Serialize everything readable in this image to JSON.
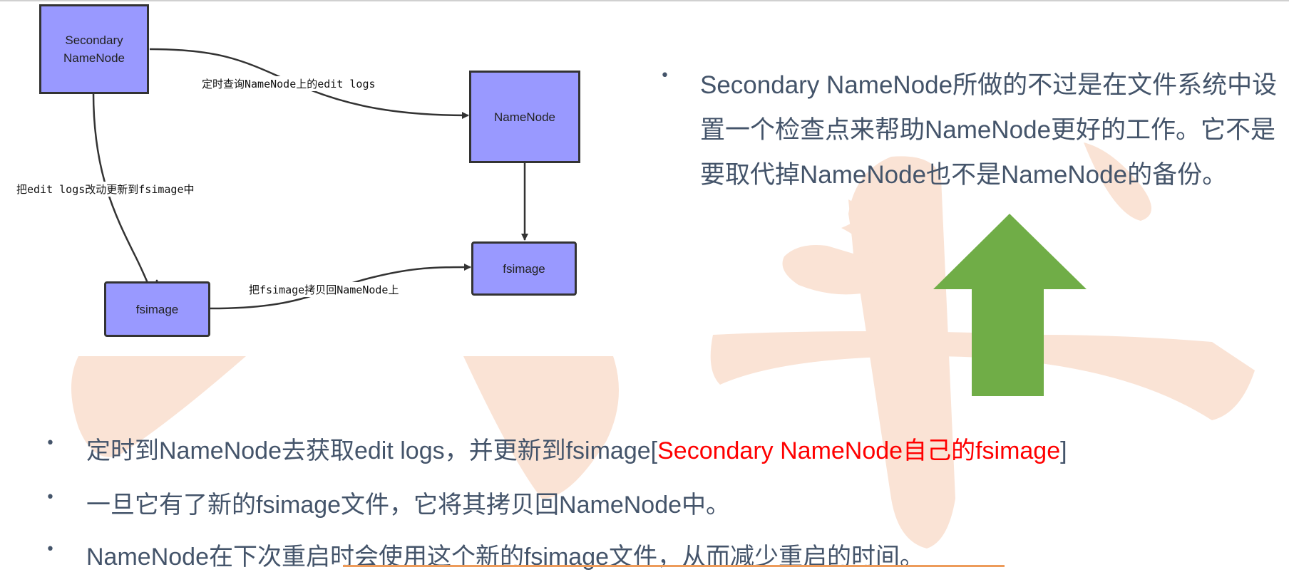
{
  "diagram": {
    "nodes": {
      "secondary": "Secondary\nNameNode",
      "namenode": "NameNode",
      "fsimage_right": "fsimage",
      "fsimage_left": "fsimage"
    },
    "edges": {
      "query_edit_logs": "定时查询NameNode上的edit logs",
      "update_fsimage": "把edit logs改动更新到fsimage中",
      "copy_back": "把fsimage拷贝回NameNode上"
    }
  },
  "right_bullet": "Secondary NameNode所做的不过是在文件系统中设置一个检查点来帮助NameNode更好的工作。它不是要取代掉NameNode也不是NameNode的备份。",
  "bullets": [
    {
      "text": "定时到NameNode去获取edit logs，并更新到fsimage[",
      "highlight": "Secondary NameNode自己的fsimage",
      "tail": "]"
    },
    {
      "text": "一旦它有了新的fsimage文件，它将其拷贝回NameNode中。"
    },
    {
      "text": "NameNode在下次重启时会使用这个新的fsimage文件，从而减少重启的时间。"
    }
  ],
  "colors": {
    "node_fill": "#9999ff",
    "text": "#44546a",
    "highlight": "#ff0000",
    "arrow": "#70ad47",
    "watermark": "#fae3d5"
  }
}
